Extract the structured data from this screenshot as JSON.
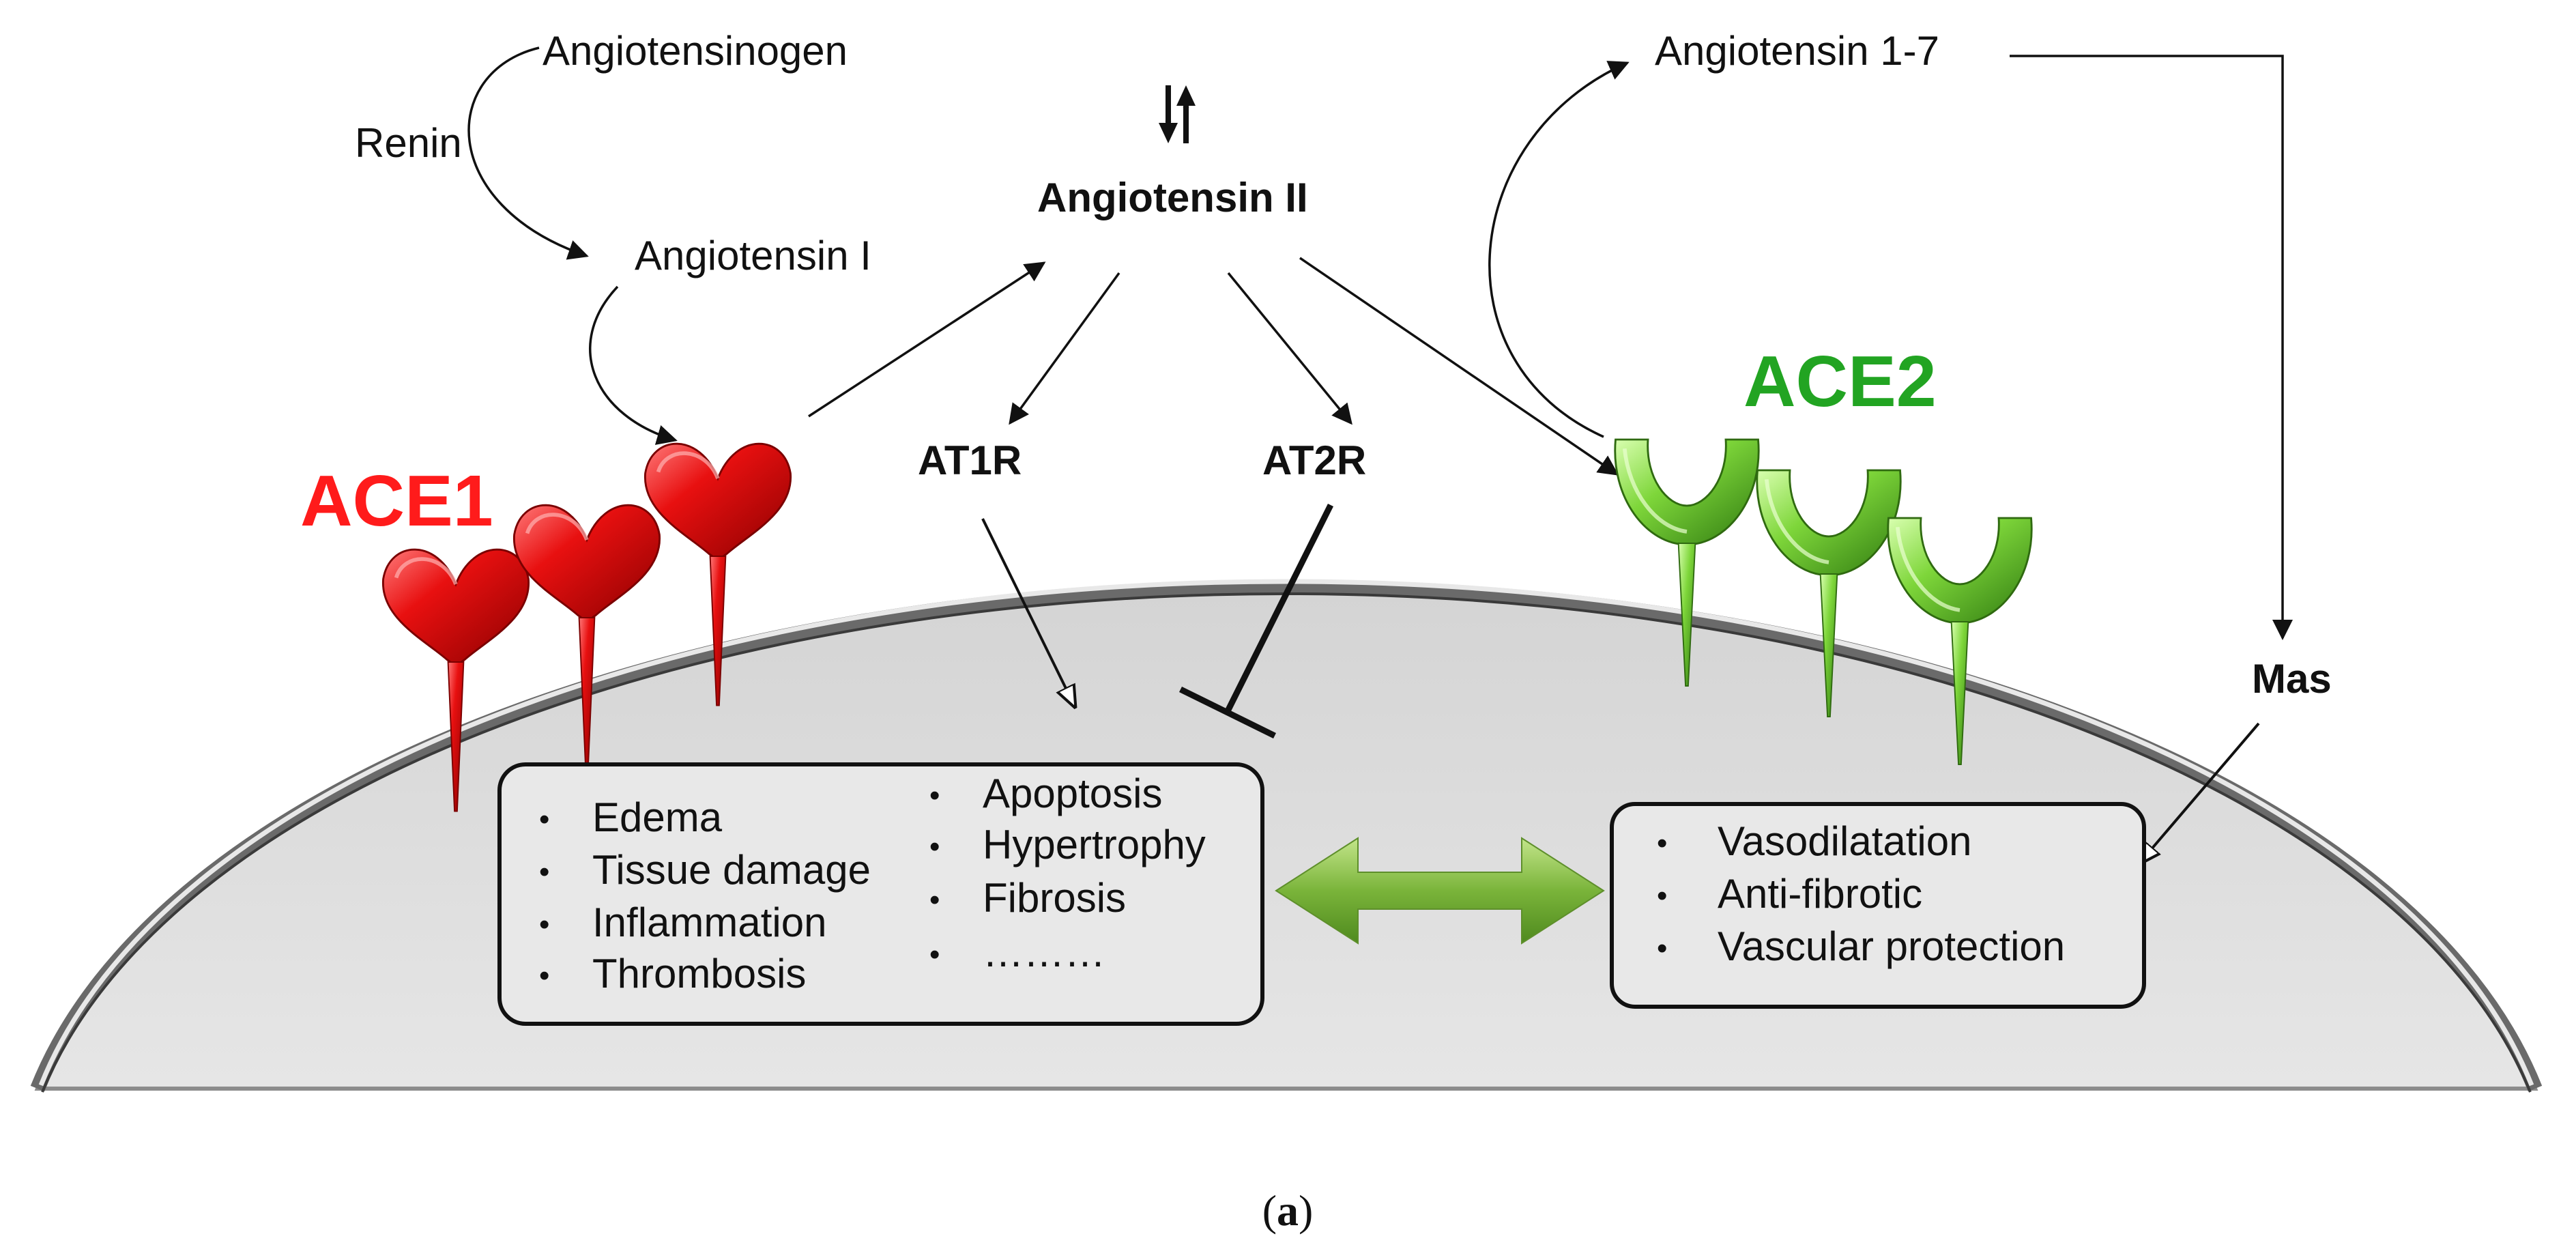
{
  "pathway": {
    "angiotensinogen": "Angiotensinogen",
    "renin": "Renin",
    "angiotensin_1": "Angiotensin  I",
    "angiotensin_2": "Angiotensin  II",
    "angiotensin_1_7": "Angiotensin  1-7"
  },
  "enzymes": {
    "ace1": "ACE1",
    "ace2": "ACE2",
    "ace1_color": "#ff1b1b",
    "ace2_color": "#22a422"
  },
  "receptors": {
    "at1r": "AT1R",
    "at2r": "AT2R",
    "mas": "Mas"
  },
  "effects_left": {
    "col1": [
      "Edema",
      "Tissue damage",
      "Inflammation",
      "Thrombosis"
    ],
    "col2": [
      "Apoptosis",
      "Hypertrophy",
      "Fibrosis",
      "………"
    ]
  },
  "effects_right": {
    "items": [
      "Vasodilatation",
      "Anti-fibrotic",
      "Vascular protection"
    ]
  },
  "icons": {
    "up_down": "up-down-arrows-icon",
    "balance": "double-headed-arrow-icon"
  },
  "caption": {
    "open": "(",
    "letter": "a",
    "close": ")"
  }
}
